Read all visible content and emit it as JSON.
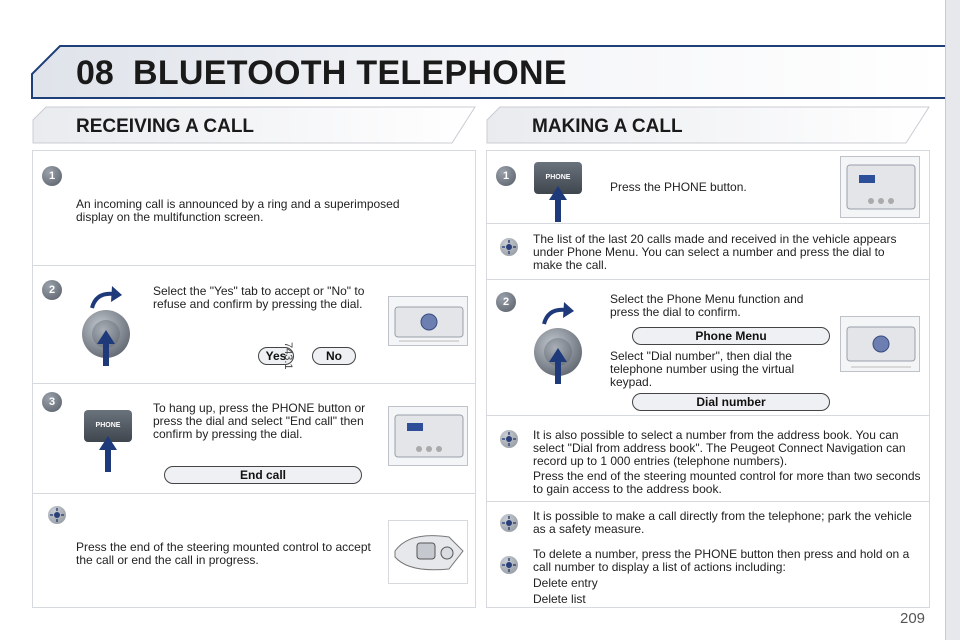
{
  "header": {
    "chapter": "08",
    "title": "BLUETOOTH TELEPHONE"
  },
  "page_number": "209",
  "side_code": "743.1",
  "receiving": {
    "title": "RECEIVING A CALL",
    "step1": {
      "num": "1",
      "text": "An incoming call is announced by a ring and a superimposed display on the multifunction screen."
    },
    "step2": {
      "num": "2",
      "text": "Select the \"Yes\" tab to accept or \"No\" to refuse and confirm by pressing the dial.",
      "yes": "Yes",
      "no": "No"
    },
    "step3": {
      "num": "3",
      "text": "To hang up, press the PHONE button or press the dial and select \"End call\" then confirm by pressing the dial.",
      "pill": "End call",
      "phone_label": "PHONE"
    },
    "tip": {
      "text": "Press the end of the steering mounted control to accept the call or end the call in progress."
    }
  },
  "making": {
    "title": "MAKING A CALL",
    "step1": {
      "num": "1",
      "text": "Press the PHONE button.",
      "phone_label": "PHONE"
    },
    "tip1": {
      "text": "The list of the last 20 calls made and received in the vehicle appears under Phone Menu. You can select a number and press the dial to make the call."
    },
    "step2": {
      "num": "2",
      "text1": "Select the Phone Menu function and press the dial to confirm.",
      "pill1": "Phone Menu",
      "text2": "Select \"Dial number\", then dial the telephone number using the virtual keypad.",
      "pill2": "Dial number"
    },
    "tip2": {
      "text1": "It is also possible to select a number from the address book. You can select \"Dial from address book\". The Peugeot Connect Navigation can record up to 1 000 entries (telephone numbers).",
      "text2": "Press the end of the steering mounted control for more than two seconds to gain access to the address book."
    },
    "tip3": {
      "text": "It is possible to make a call directly from the telephone; park the vehicle as a safety measure."
    },
    "tip4": {
      "text": "To delete a number, press the PHONE button then press and hold on a call number to display a list of actions including:",
      "item1": "Delete entry",
      "item2": "Delete list"
    }
  }
}
